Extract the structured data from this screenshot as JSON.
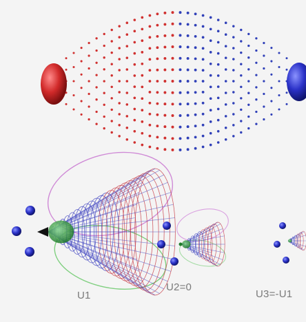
{
  "labels": {
    "u1": "U1",
    "u2": "U2=0",
    "u3": "U3=-U1"
  },
  "colors": {
    "background": "#f4f4f4",
    "positive": "#d0302f",
    "negative": "#3040b8",
    "ellipse_pink": "#cf8ad6",
    "ellipse_green": "#7fcf7f",
    "core_green": "#2f9a3a",
    "sphere_blue": "#2c2fb0",
    "label_gray": "#7a7a7a"
  }
}
